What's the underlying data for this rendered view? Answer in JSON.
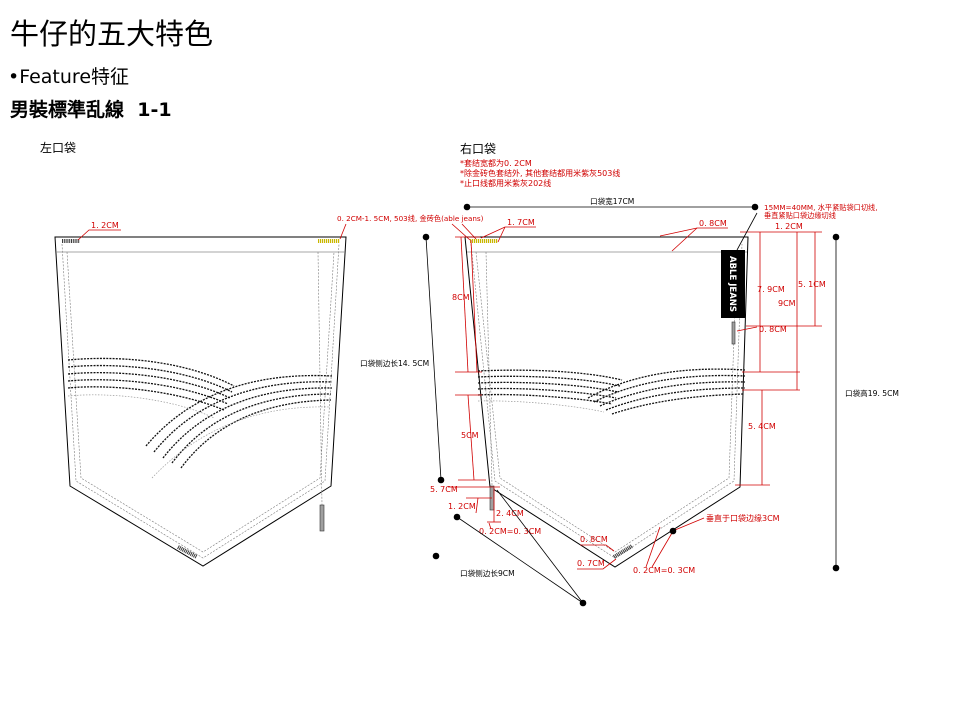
{
  "slide": {
    "title": "牛仔的五大特色",
    "bullet": "•Feature特征",
    "subtitle": "男裝標準乱線  1-1"
  },
  "left_pocket": {
    "heading": "左口袋",
    "rivet_dim": "1. 2CM"
  },
  "right_pocket": {
    "heading": "右口袋",
    "notes": [
      "*套结宽都为0. 2CM",
      "*除金砖色套结外, 其他套结都用米紫灰503线",
      "*止口线都用米紫灰202线"
    ],
    "width": "口袋宽17CM",
    "label_note": [
      "15MM=40MM, 水平紧贴袋口切线,",
      "垂直紧贴口袋边缘切线"
    ],
    "bartack_note": "0. 2CM-1. 5CM, 503线, 金砖色(able jeans)",
    "label_text": "ABLE JEANS",
    "side_length": "口袋侧边长14. 5CM",
    "height": "口袋高19. 5CM",
    "bottom_side_length": "口袋侧边长9CM",
    "dims": {
      "top_left_tack": "1. 7CM",
      "top_edge": "0. 8CM",
      "label_top": "1. 2CM",
      "label_depth": "5. 1CM",
      "right_arc_top": "7. 9CM",
      "right_arc_bottom": "9CM",
      "left_arc_top": "8CM",
      "label_bottom": "0. 8CM",
      "left_arc_band": "5CM",
      "right_lower": "5. 4CM",
      "left_lower": "5. 7CM",
      "corner_inset": "1. 2CM",
      "corner_tab": "2. 4CM",
      "corner_tack": "0. 2CM=0. 3CM",
      "perpendicular": "垂直于口袋边缘3CM",
      "bottom_stitch": "0. 8CM",
      "bottom_inset": "0. 7CM",
      "bottom_tack": "0. 2CM=0. 3CM"
    }
  },
  "colors": {
    "ink": "#000000",
    "dimension": "#d00000",
    "gold": "#c9b700",
    "stitch": "#7a7a7a"
  }
}
